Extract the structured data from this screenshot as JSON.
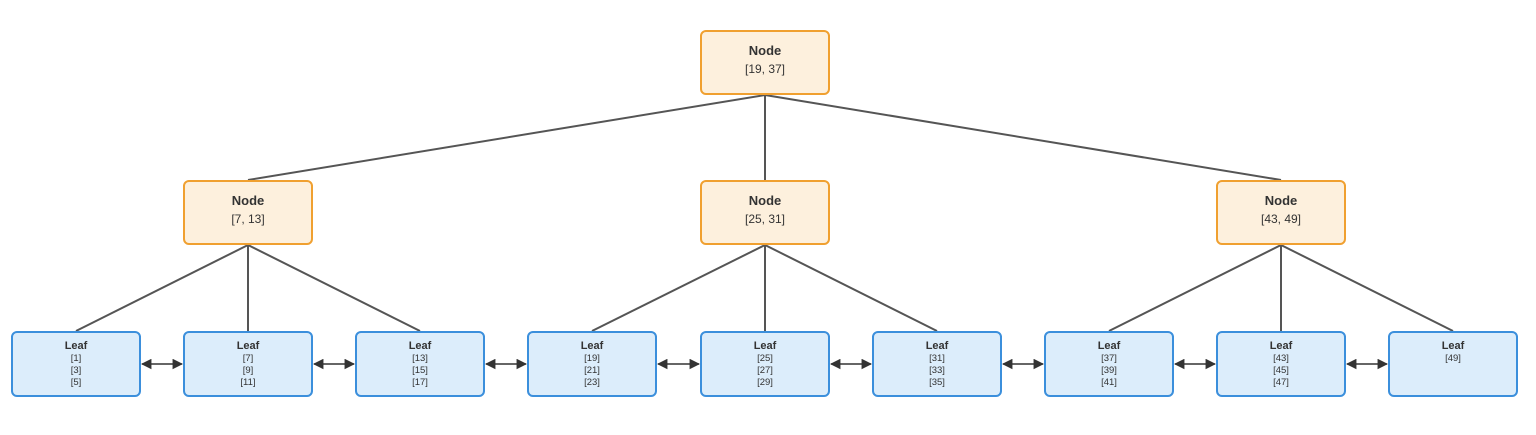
{
  "colors": {
    "node_border": "#f0a030",
    "node_fill": "#fdf0dd",
    "leaf_border": "#3b8fdc",
    "leaf_fill": "#dcedfb",
    "edge": "#555555"
  },
  "root": {
    "label": "Node",
    "keys": "[19, 37]"
  },
  "internal": [
    {
      "label": "Node",
      "keys": "[7, 13]"
    },
    {
      "label": "Node",
      "keys": "[25, 31]"
    },
    {
      "label": "Node",
      "keys": "[43, 49]"
    }
  ],
  "leaves": [
    {
      "label": "Leaf",
      "keys": [
        "[1]",
        "[3]",
        "[5]"
      ]
    },
    {
      "label": "Leaf",
      "keys": [
        "[7]",
        "[9]",
        "[11]"
      ]
    },
    {
      "label": "Leaf",
      "keys": [
        "[13]",
        "[15]",
        "[17]"
      ]
    },
    {
      "label": "Leaf",
      "keys": [
        "[19]",
        "[21]",
        "[23]"
      ]
    },
    {
      "label": "Leaf",
      "keys": [
        "[25]",
        "[27]",
        "[29]"
      ]
    },
    {
      "label": "Leaf",
      "keys": [
        "[31]",
        "[33]",
        "[35]"
      ]
    },
    {
      "label": "Leaf",
      "keys": [
        "[37]",
        "[39]",
        "[41]"
      ]
    },
    {
      "label": "Leaf",
      "keys": [
        "[43]",
        "[45]",
        "[47]"
      ]
    },
    {
      "label": "Leaf",
      "keys": [
        "[49]"
      ]
    }
  ]
}
